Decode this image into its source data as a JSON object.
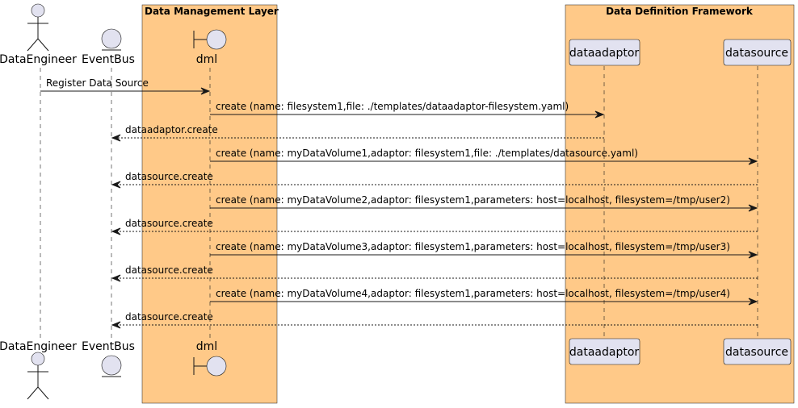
{
  "boxes": {
    "dml_box": {
      "title": "Data Management Layer",
      "color": "#FFC988"
    },
    "ddf_box": {
      "title": "Data Definition Framework",
      "color": "#FFC988"
    }
  },
  "participants": {
    "dataengineer": {
      "label": "DataEngineer",
      "shape": "actor"
    },
    "eventbus": {
      "label": "EventBus",
      "shape": "entity"
    },
    "dml": {
      "label": "dml",
      "shape": "boundary"
    },
    "dataadaptor": {
      "label": "dataadaptor",
      "shape": "participant"
    },
    "datasource": {
      "label": "datasource",
      "shape": "participant"
    }
  },
  "messages": [
    {
      "from": "dataengineer",
      "to": "dml",
      "style": "solid",
      "label": "Register Data Source"
    },
    {
      "from": "dml",
      "to": "dataadaptor",
      "style": "solid",
      "label": "create (name: filesystem1,file: ./templates/dataadaptor-filesystem.yaml)"
    },
    {
      "from": "dataadaptor",
      "to": "eventbus",
      "style": "dashed",
      "label": "dataadaptor.create"
    },
    {
      "from": "dml",
      "to": "datasource",
      "style": "solid",
      "label": "create (name: myDataVolume1,adaptor: filesystem1,file: ./templates/datasource.yaml)"
    },
    {
      "from": "datasource",
      "to": "eventbus",
      "style": "dashed",
      "label": "datasource.create"
    },
    {
      "from": "dml",
      "to": "datasource",
      "style": "solid",
      "label": "create (name: myDataVolume2,adaptor: filesystem1,parameters: host=localhost, filesystem=/tmp/user2)"
    },
    {
      "from": "datasource",
      "to": "eventbus",
      "style": "dashed",
      "label": "datasource.create"
    },
    {
      "from": "dml",
      "to": "datasource",
      "style": "solid",
      "label": "create (name: myDataVolume3,adaptor: filesystem1,parameters: host=localhost, filesystem=/tmp/user3)"
    },
    {
      "from": "datasource",
      "to": "eventbus",
      "style": "dashed",
      "label": "datasource.create"
    },
    {
      "from": "dml",
      "to": "datasource",
      "style": "solid",
      "label": "create (name: myDataVolume4,adaptor: filesystem1,parameters: host=localhost, filesystem=/tmp/user4)"
    },
    {
      "from": "datasource",
      "to": "eventbus",
      "style": "dashed",
      "label": "datasource.create"
    }
  ]
}
